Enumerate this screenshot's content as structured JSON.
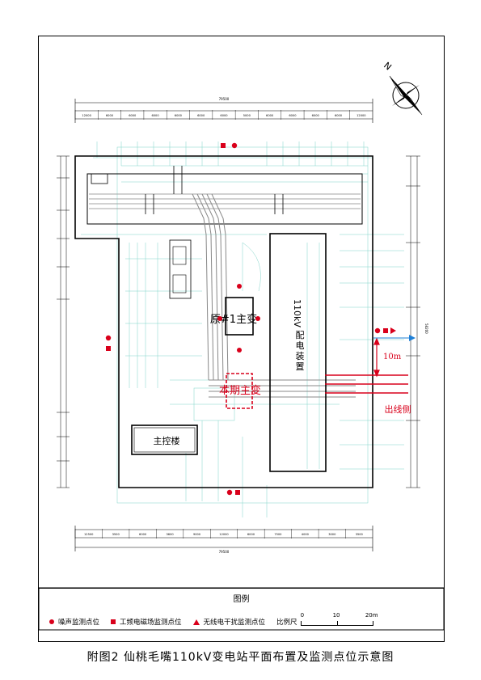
{
  "north_label": "N",
  "dimensions": {
    "top_total": "79500",
    "top_segments": [
      "12000",
      "6000",
      "6000",
      "6000",
      "6000",
      "6000",
      "6000",
      "5000",
      "6000",
      "6000",
      "6000",
      "6000",
      "12000"
    ],
    "bottom_total": "79500",
    "bottom_segments": [
      "12500",
      "3500",
      "6000",
      "3600",
      "9000",
      "12000",
      "6000",
      "7500",
      "4000",
      "3000",
      "3500"
    ],
    "right_total": "58200"
  },
  "labels": {
    "transformer_1": "原#1主变",
    "distribution": "110kV配电装置",
    "new_transformer": "本期主变",
    "control_building": "主控楼",
    "outgoing_side": "出线侧",
    "distance": "10m"
  },
  "legend": {
    "title": "图例",
    "noise": "噪声监测点位",
    "emf": "工频电磁场监测点位",
    "radio": "无线电干扰监测点位",
    "scale_label": "比例尺",
    "scale_ticks": [
      "0",
      "10",
      "20m"
    ]
  },
  "caption": "附图2 仙桃毛嘴110kV变电站平面布置及监测点位示意图",
  "colors": {
    "marker": "#d9001b",
    "line": "#000000",
    "equipment": "#7fd3c8",
    "arrow": "#1e7fd6"
  }
}
